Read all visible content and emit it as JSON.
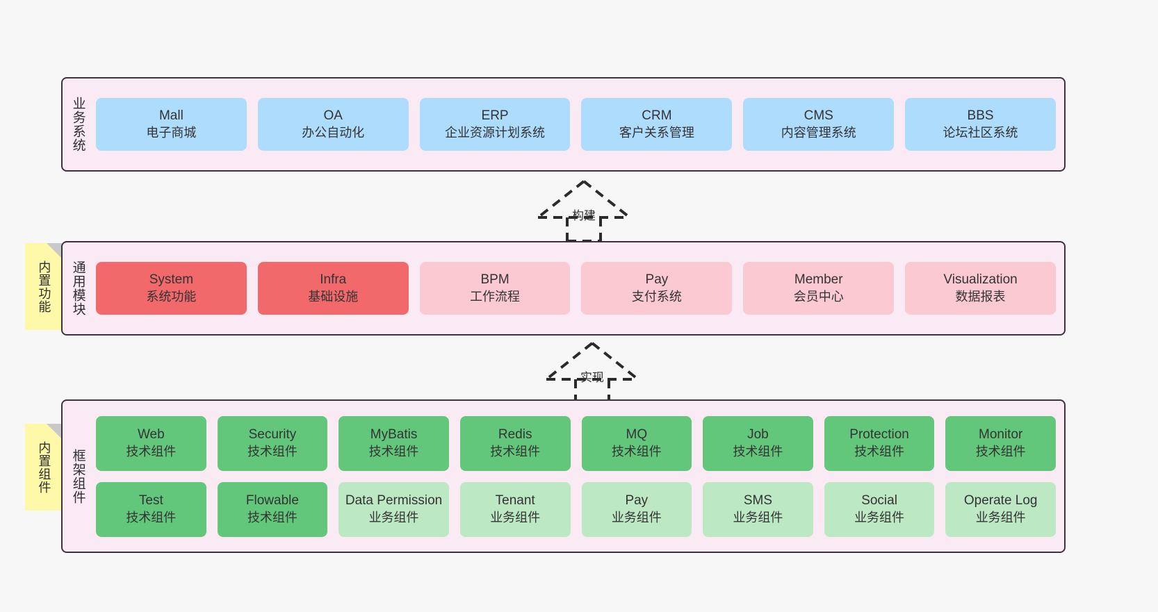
{
  "diagram": {
    "title_hidden": "",
    "colors": {
      "band_background": "#f9eaf4",
      "band_border": "#3b3340",
      "business_card": "#aedcfd",
      "module_core_card": "#f2696c",
      "module_card": "#fbc9d2",
      "tech_component_card": "#63c77b",
      "business_component_card": "#bde8c4",
      "note_background": "#fdf9a8",
      "page_background": "#f7f7f7"
    }
  },
  "bands": {
    "business": {
      "title": "业务系统",
      "cards": [
        {
          "en": "Mall",
          "cn": "电子商城"
        },
        {
          "en": "OA",
          "cn": "办公自动化"
        },
        {
          "en": "ERP",
          "cn": "企业资源计划系统"
        },
        {
          "en": "CRM",
          "cn": "客户关系管理"
        },
        {
          "en": "CMS",
          "cn": "内容管理系统"
        },
        {
          "en": "BBS",
          "cn": "论坛社区系统"
        }
      ]
    },
    "modules": {
      "title": "通用模块",
      "note": "内置功能",
      "cards": [
        {
          "en": "System",
          "cn": "系统功能",
          "style": "core"
        },
        {
          "en": "Infra",
          "cn": "基础设施",
          "style": "core"
        },
        {
          "en": "BPM",
          "cn": "工作流程",
          "style": "normal"
        },
        {
          "en": "Pay",
          "cn": "支付系统",
          "style": "normal"
        },
        {
          "en": "Member",
          "cn": "会员中心",
          "style": "normal"
        },
        {
          "en": "Visualization",
          "cn": "数据报表",
          "style": "normal"
        }
      ]
    },
    "framework": {
      "title": "框架组件",
      "note": "内置组件",
      "row_tech": [
        {
          "en": "Web",
          "cn": "技术组件"
        },
        {
          "en": "Security",
          "cn": "技术组件"
        },
        {
          "en": "MyBatis",
          "cn": "技术组件"
        },
        {
          "en": "Redis",
          "cn": "技术组件"
        },
        {
          "en": "MQ",
          "cn": "技术组件"
        },
        {
          "en": "Job",
          "cn": "技术组件"
        },
        {
          "en": "Protection",
          "cn": "技术组件"
        },
        {
          "en": "Monitor",
          "cn": "技术组件"
        }
      ],
      "row_business": [
        {
          "en": "Test",
          "cn": "技术组件",
          "style": "tech"
        },
        {
          "en": "Flowable",
          "cn": "技术组件",
          "style": "tech"
        },
        {
          "en": "Data Permission",
          "cn": "业务组件",
          "style": "business"
        },
        {
          "en": "Tenant",
          "cn": "业务组件",
          "style": "business"
        },
        {
          "en": "Pay",
          "cn": "业务组件",
          "style": "business"
        },
        {
          "en": "SMS",
          "cn": "业务组件",
          "style": "business"
        },
        {
          "en": "Social",
          "cn": "业务组件",
          "style": "business"
        },
        {
          "en": "Operate Log",
          "cn": "业务组件",
          "style": "business"
        }
      ]
    }
  },
  "connectors": [
    {
      "label": "构建",
      "from": "modules",
      "to": "business"
    },
    {
      "label": "实现",
      "from": "framework",
      "to": "modules"
    }
  ]
}
